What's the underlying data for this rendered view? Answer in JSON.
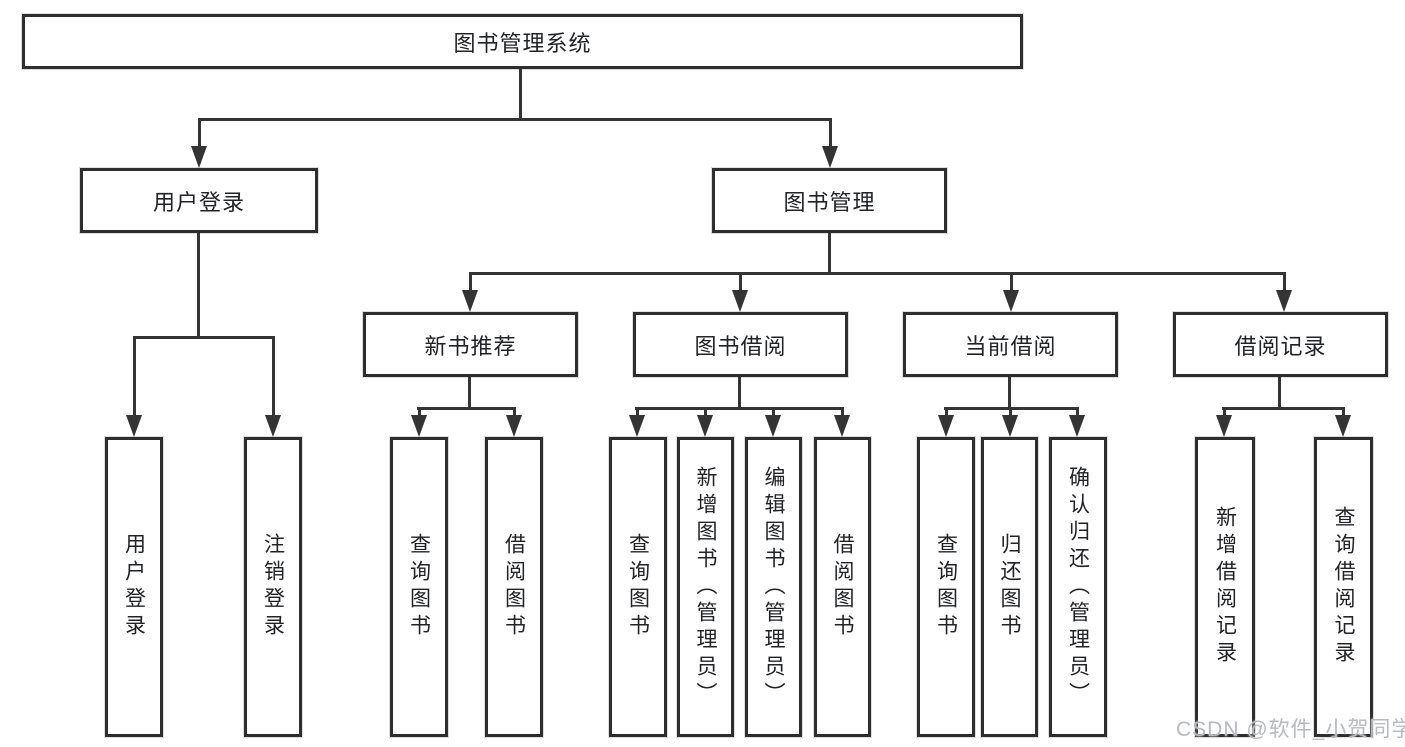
{
  "tree": {
    "root": {
      "label": "图书管理系统",
      "children": [
        {
          "label": "用户登录",
          "children": [
            {
              "label": "用户登录"
            },
            {
              "label": "注销登录"
            }
          ]
        },
        {
          "label": "图书管理",
          "children": [
            {
              "label": "新书推荐",
              "children": [
                {
                  "label": "查询图书"
                },
                {
                  "label": "借阅图书"
                }
              ]
            },
            {
              "label": "图书借阅",
              "children": [
                {
                  "label": "查询图书"
                },
                {
                  "label": "新增图书（管理员）"
                },
                {
                  "label": "编辑图书（管理员）"
                },
                {
                  "label": "借阅图书"
                }
              ]
            },
            {
              "label": "当前借阅",
              "children": [
                {
                  "label": "查询图书"
                },
                {
                  "label": "归还图书"
                },
                {
                  "label": "确认归还（管理员）"
                }
              ]
            },
            {
              "label": "借阅记录",
              "children": [
                {
                  "label": "新增借阅记录"
                },
                {
                  "label": "查询借阅记录"
                }
              ]
            }
          ]
        }
      ]
    }
  },
  "watermark": {
    "text": "CSDN @软件_小贺同学"
  },
  "colors": {
    "background": "#ffffff",
    "box_border": "#2e2e2e",
    "connector": "#343434",
    "text": "#222326",
    "watermark": "#b7babf"
  }
}
